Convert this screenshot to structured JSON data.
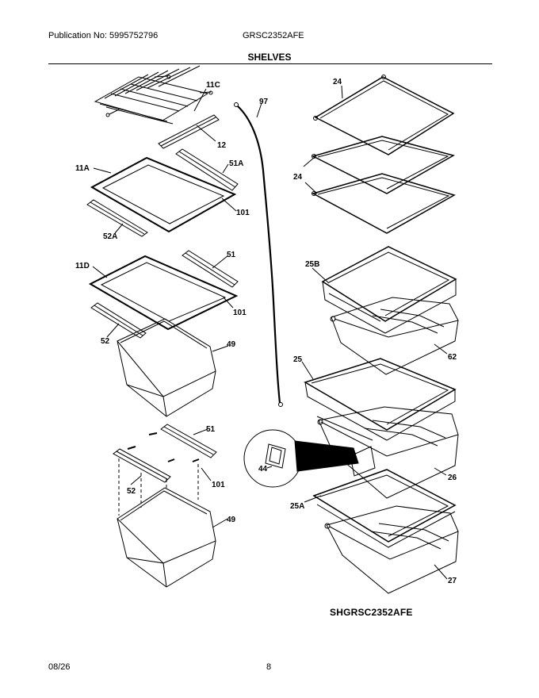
{
  "header": {
    "publication": "Publication No: 5995752796",
    "model": "GRSC2352AFE",
    "section_title": "SHELVES"
  },
  "diagram": {
    "labels": {
      "p11C": "11C",
      "p12": "12",
      "p97": "97",
      "p24_top": "24",
      "p24_mid": "24",
      "p11A": "11A",
      "p51A": "51A",
      "p101_a": "101",
      "p52A": "52A",
      "p51_a": "51",
      "p11D": "11D",
      "p101_b": "101",
      "p52_a": "52",
      "p49_a": "49",
      "p25B": "25B",
      "p62": "62",
      "p25": "25",
      "p51_b": "51",
      "p52_b": "52",
      "p101_c": "101",
      "p49_b": "49",
      "p44": "44",
      "p26": "26",
      "p25A": "25A",
      "p27": "27"
    },
    "drawing_code": "SHGRSC2352AFE"
  },
  "footer": {
    "date": "08/26",
    "page": "8"
  }
}
